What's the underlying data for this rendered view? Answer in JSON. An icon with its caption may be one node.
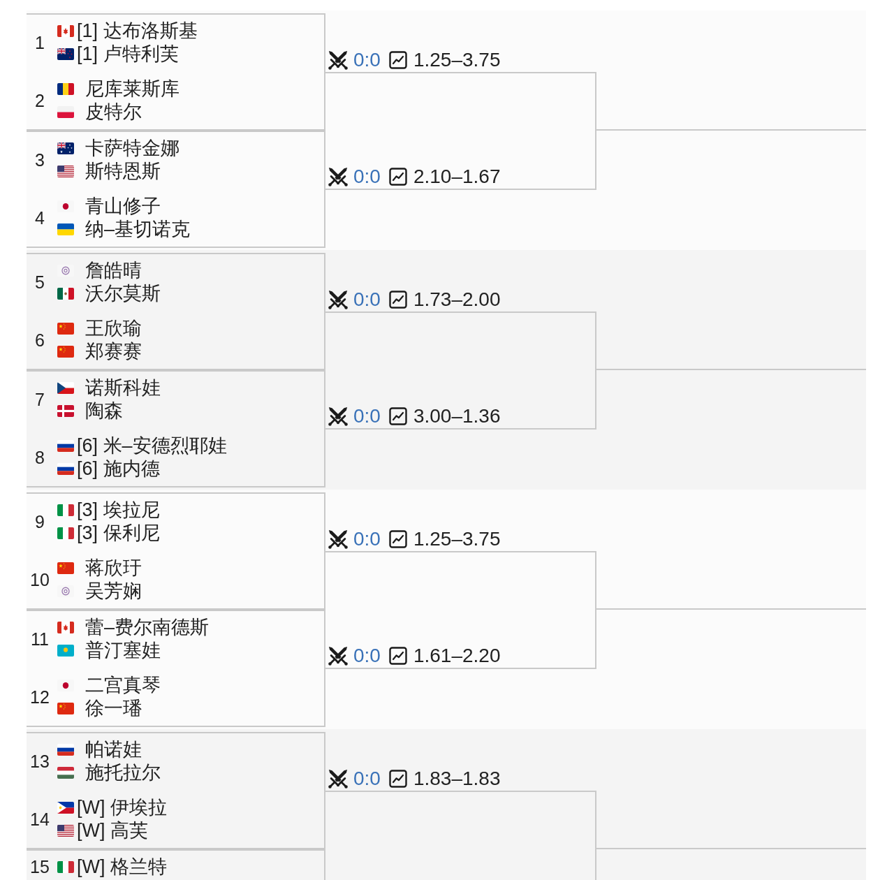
{
  "diagram": {
    "nodes": [
      {
        "text": [
          "1",
          "[1] 达布洛斯基",
          "[1] 卢特利芙",
          "2",
          "尼库莱斯库",
          "皮特尔"
        ]
      },
      {
        "text": [
          "0:0",
          "1.25–3.75"
        ]
      },
      {
        "text": [
          "3",
          "卡萨特金娜",
          "斯特恩斯",
          "4",
          "青山修子",
          "纳–基切诺克"
        ]
      },
      {
        "text": [
          "0:0",
          "2.10–1.67"
        ]
      },
      {
        "text": [
          "5",
          "詹皓晴",
          "沃尔莫斯",
          "6",
          "王欣瑜",
          "郑赛赛"
        ]
      },
      {
        "text": [
          "0:0",
          "1.73–2.00"
        ]
      },
      {
        "text": [
          "7",
          "诺斯科娃",
          "陶森",
          "8",
          "[6] 米–安德烈耶娃",
          "[6] 施内德"
        ]
      },
      {
        "text": [
          "0:0",
          "3.00–1.36"
        ]
      },
      {
        "text": [
          "9",
          "[3] 埃拉尼",
          "[3] 保利尼",
          "10",
          "蒋欣玗",
          "吴芳娴"
        ]
      },
      {
        "text": [
          "0:0",
          "1.25–3.75"
        ]
      },
      {
        "text": [
          "11",
          "蕾–费尔南德斯",
          "普汀塞娃",
          "12",
          "二宫真琴",
          "徐一璠"
        ]
      },
      {
        "text": [
          "0:0",
          "1.61–2.20"
        ]
      },
      {
        "text": [
          "13",
          "帕诺娃",
          "施托拉尔",
          "14",
          "[W] 伊埃拉",
          "[W] 高芙"
        ]
      },
      {
        "text": [
          "0:0",
          "1.83–1.83"
        ]
      },
      {
        "text": [
          "15",
          "[W] 格兰特"
        ]
      }
    ],
    "edges": [
      {
        "from": 1,
        "to": null,
        "arrow": "none"
      },
      {
        "from": 3,
        "to": null,
        "arrow": "none"
      },
      {
        "from": 5,
        "to": null,
        "arrow": "none"
      },
      {
        "from": 7,
        "to": null,
        "arrow": "none"
      },
      {
        "from": 9,
        "to": null,
        "arrow": "none"
      },
      {
        "from": 11,
        "to": null,
        "arrow": "none"
      },
      {
        "from": 13,
        "to": null,
        "arrow": "none"
      }
    ]
  }
}
